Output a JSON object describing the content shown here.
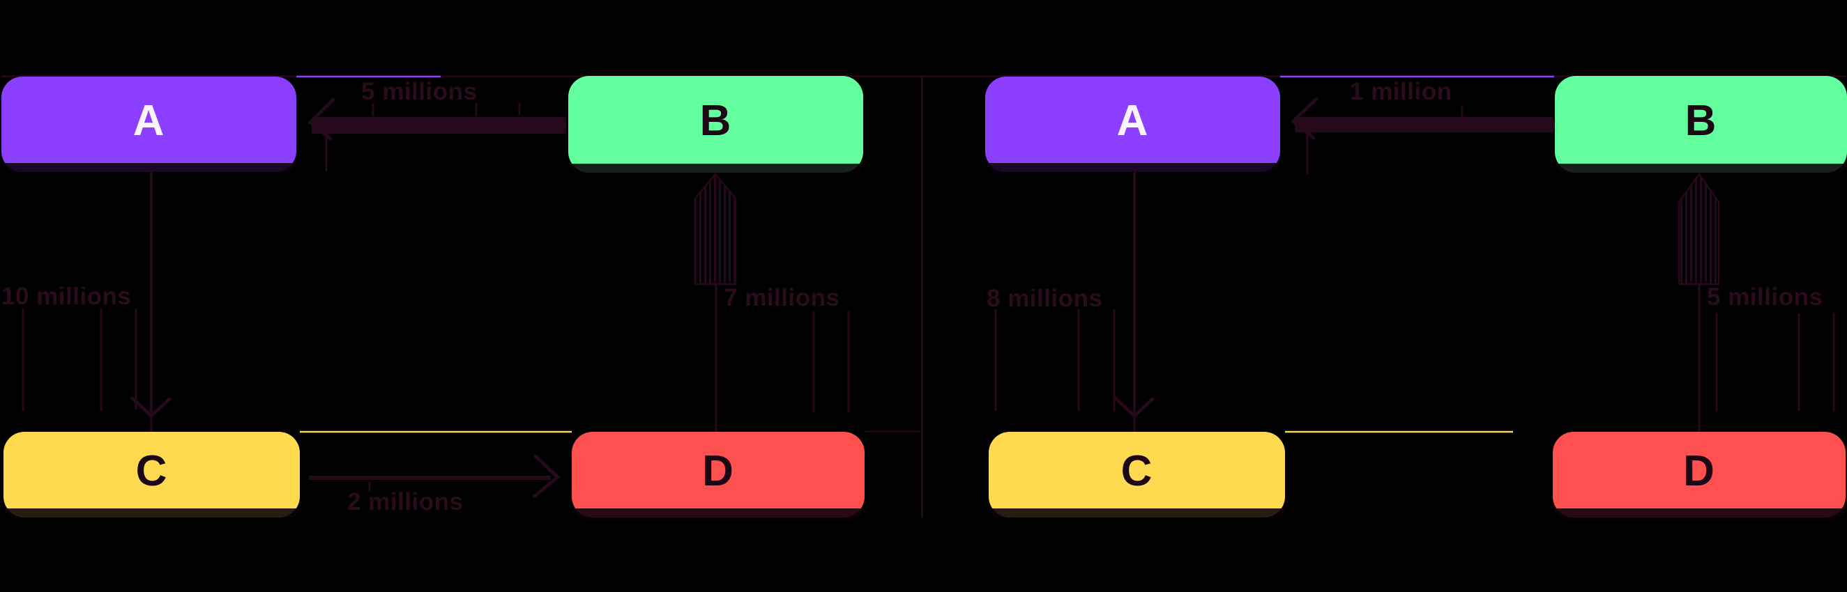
{
  "colors": {
    "background": "#000000",
    "ink": "#26091b",
    "node_purple": "#8C3FFF",
    "node_green": "#63FF9E",
    "node_yellow": "#FFD94F",
    "node_red": "#FF5050",
    "node_letter_dark": "#1c0714",
    "node_letter_light": "#f8f5ff",
    "label_text": "#2a0c1d"
  },
  "diagrams": [
    {
      "id": "left",
      "nodes": {
        "a": {
          "label": "A",
          "color": "#8C3FFF"
        },
        "b": {
          "label": "B",
          "color": "#63FF9E"
        },
        "c": {
          "label": "C",
          "color": "#FFD94F"
        },
        "d": {
          "label": "D",
          "color": "#FF5050"
        }
      },
      "edges": {
        "b_to_a": {
          "from": "B",
          "to": "A",
          "label": "5 millions"
        },
        "a_to_c": {
          "from": "A",
          "to": "C",
          "label": "10 millions"
        },
        "c_to_d": {
          "from": "C",
          "to": "D",
          "label": "2 millions"
        },
        "d_to_b": {
          "from": "D",
          "to": "B",
          "label": "7 millions"
        }
      }
    },
    {
      "id": "right",
      "nodes": {
        "a": {
          "label": "A",
          "color": "#8C3FFF"
        },
        "b": {
          "label": "B",
          "color": "#63FF9E"
        },
        "c": {
          "label": "C",
          "color": "#FFD94F"
        },
        "d": {
          "label": "D",
          "color": "#FF5050"
        }
      },
      "edges": {
        "b_to_a": {
          "from": "B",
          "to": "A",
          "label": "1 million"
        },
        "a_to_c": {
          "from": "A",
          "to": "C",
          "label": "8 millions"
        },
        "d_to_b": {
          "from": "D",
          "to": "B",
          "label": "5 millions"
        }
      }
    }
  ]
}
